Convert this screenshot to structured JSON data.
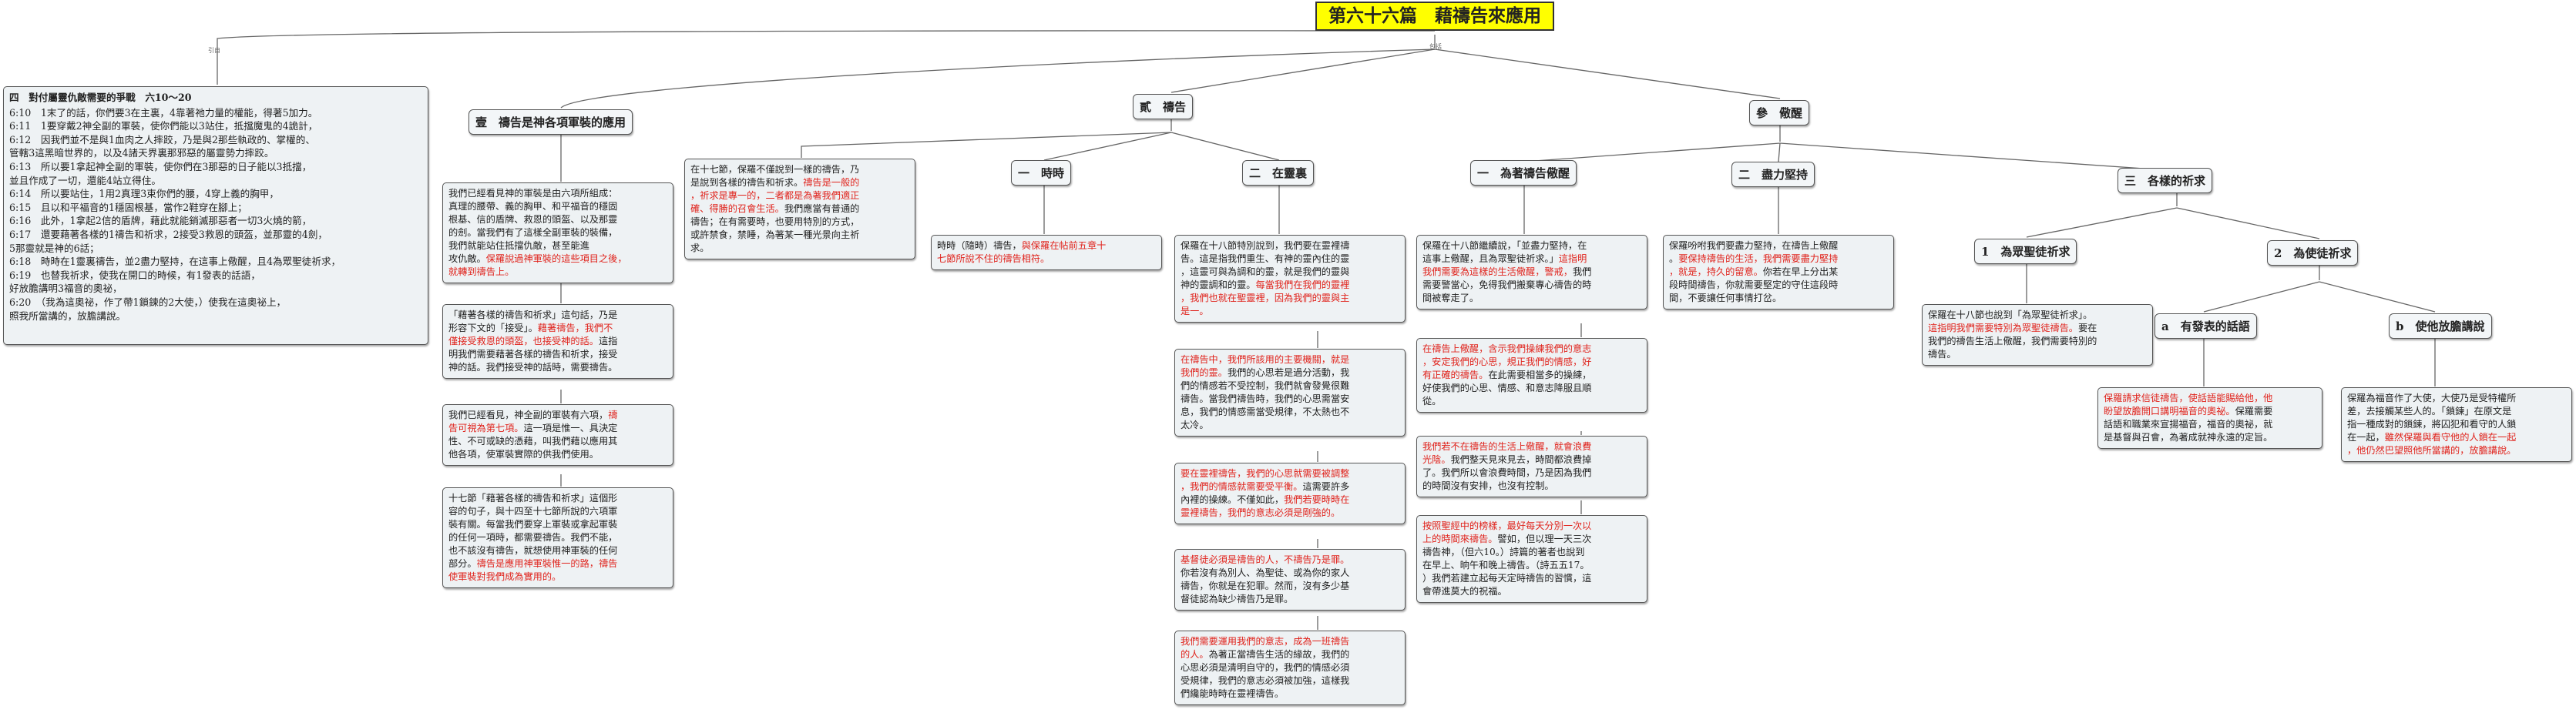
{
  "title": "第六十六篇　藉禱告來應用",
  "edge_labels": {
    "left": "引自",
    "root": "包括"
  },
  "left_box": {
    "heading": "四　對付屬靈仇敵需要的爭戰　六10～20",
    "lines": [
      "6:10　1末了的話，你們要3在主裏，4靠著祂力量的權能，得著5加力。",
      "6:11　1要穿戴2神全副的軍裝，使你們能以3站住，抵擋魔鬼的4詭計，",
      "6:12　因我們並不是與1血肉之人摔跤，乃是與2那些執政的、掌權的、",
      "管轄3這黑暗世界的，以及4諸天界裏那邪惡的屬靈勢力摔跤。",
      "6:13　所以要1拿起神全副的軍裝，使你們在3那惡的日子能以3抵擋，",
      "並且作成了一切，還能4站立得住。",
      "6:14　所以要站住，1用2真理3束你們的腰，4穿上義的胸甲，",
      "6:15　且以和平福音的1穩固根基，當作2鞋穿在腳上；",
      "6:16　此外，1拿起2信的盾牌，藉此就能銷滅那惡者一切3火燒的箭，",
      "6:17　還要藉著各樣的1禱告和祈求，2接受3救恩的頭盔，並那靈的4劍，",
      "5那靈就是神的6話；",
      "6:18　時時在1靈裏禱告，並2盡力堅持，在這事上儆醒，且4為眾聖徒祈求，",
      "6:19　也替我祈求，使我在開口的時候，有1發表的話語，",
      "好放膽講明3福音的奧祕，",
      "6:20　（我為這奧祕，作了帶1鎖鍊的2大使，）使我在這奧祕上，",
      "照我所當講的，放膽講說。"
    ]
  },
  "branches": {
    "b1": "壹　禱告是神各項軍裝的應用",
    "b2": "貳　禱告",
    "b3": "參　儆醒"
  },
  "sub": {
    "s2a": "一　時時",
    "s2b": "二　在靈裏",
    "s3a": "一　為著禱告儆醒",
    "s3b": "二　盡力堅持",
    "s3c": "三　各樣的祈求",
    "s3c1": "1　為眾聖徒祈求",
    "s3c2": "2　為使徒祈求",
    "s3c2a": "a　有發表的話語",
    "s3c2b": "b　使他放膽講說"
  },
  "cards": {
    "b1_1": [
      "我們已經看見神的軍裝是由六項所組成：",
      "真理的腰帶、義的胸甲、和平福音的穩固",
      "根基、信的盾牌、救恩的頭盔、以及那靈",
      "的劍。當我們有了這樣全副軍裝的裝備，",
      "我們就能站住抵擋仇敵，甚至能進",
      "攻仇敵。",
      "保羅說過神軍裝的這些項目之後，",
      "就轉到禱告上。"
    ],
    "b1_2": [
      "「藉著各樣的禱告和祈求」這句話，乃是",
      "形容下文的「接受」。",
      "藉著禱告，我們不",
      "僅接受救恩的頭盔，也接受神的話。",
      "這指",
      "明我們需要藉著各樣的禱告和祈求，接受",
      "神的話。我們接受神的話時，需要禱告。"
    ],
    "b1_3": [
      "我們已經看見，神全副的軍裝有六項，",
      "禱",
      "告可視為第七項。",
      "這一項是惟一、具決定",
      "性、不可或缺的憑藉，叫我們藉以應用其",
      "他各項，使軍裝實際的供我們使用。"
    ],
    "b1_4": [
      "十七節「藉著各樣的禱告和祈求」這個形",
      "容的句子，與十四至十七節所說的六項軍",
      "裝有關。每當我們要穿上軍裝或拿起軍裝",
      "的任何一項時，都需要禱告。我們不能，",
      "也不該沒有禱告，就想使用神軍裝的任何",
      "部分。",
      "禱告是應用神軍裝惟一的路，禱告",
      "使軍裝對我們成為實用的。"
    ],
    "b2_1": [
      "在十七節，保羅不僅說到一樣的禱告，乃",
      "是說到各樣的禱告和祈求。",
      "禱告是一般的",
      "，祈求是專一的，二者都是為著我們適正",
      "確、得勝的召會生活。",
      "我們應當有普通的",
      "禱告；在有需要時，也要用特別的方式，",
      "或許禁食，禁睡，為著某一種光景向主祈",
      "求。"
    ],
    "b2a_1": [
      "時時（隨時）禱告，",
      "與保羅在帖前五章十",
      "七節所說不住的禱告相符。"
    ],
    "b2b_1": [
      "保羅在十八節特別說到，我們要在靈裡禱",
      "告。這是指我們重生、有神的靈內住的靈",
      "，這靈可與為調和的靈，就是我們的靈與",
      "神的靈調和的靈。",
      "每當我們在我們的靈裡",
      "，我們也就在聖靈裡，因為我們的靈與主",
      "是一。"
    ],
    "b2b_2": [
      "在禱告中，我們所該用的主要機關，就是",
      "我們的靈。",
      "我們的心思若是過分活動，我",
      "們的情感若不受控制，我們就會發覺很難",
      "禱告。當我們禱告時，我們的心思需當安",
      "息，我們的情感需當受規律，不太熱也不",
      "太冷。"
    ],
    "b2b_3": [
      "要在靈裡禱告，我們的心思就需要被調整",
      "，我們的情感就需要受平衡。",
      "這需要許多",
      "內裡的操練。不僅如此，",
      "我們若要時時在",
      "靈裡禱告，我們的意志必須是剛強的。"
    ],
    "b2b_4": [
      "基督徒必須是禱告的人，不禱告乃是罪。",
      "你若沒有為別人、為聖徒、或為你的家人",
      "禱告，你就是在犯罪。然而，沒有多少基",
      "督徒認為缺少禱告乃是罪。"
    ],
    "b2b_5": [
      "我們需要運用我們的意志，成為一班禱告",
      "的人。",
      "為著正當禱告生活的緣故，我們的",
      "心思必須是清明自守的，我們的情感必須",
      "受規律，我們的意志必須被加強，這樣我",
      "們纔能時時在靈裡禱告。"
    ],
    "b3a_1": [
      "保羅在十八節繼續說，「並盡力堅持，在",
      "這事上儆醒，且為眾聖徒祈求。」",
      "這指明",
      "我們需要為這樣的生活儆醒，警戒，",
      "我們",
      "需要警當心，免得我們搬棄專心禱告的時",
      "間被奪走了。"
    ],
    "b3a_2": [
      "在禱告上儆醒，含示我們操練我們的意志",
      "，安定我們的心思，規正我們的情感，好",
      "有正確的禱告。",
      "在此需要相當多的操練，",
      "好使我們的心思、情感、和意志降服且順",
      "從。"
    ],
    "b3a_3": [
      "我們若不在禱告的生活上儆醒，就會浪費",
      "光陰。",
      "我們整天見來見去，時間都浪費掉",
      "了。我們所以會浪費時間，乃是因為我們",
      "的時間沒有安排，也沒有控制。"
    ],
    "b3a_4": [
      "按照聖經中的榜樣，最好每天分別一次以",
      "上的時間來禱告。",
      "譬如，但以理一天三次",
      "禱告神，（但六10。）詩篇的著者也說到",
      "在早上、晌午和晚上禱告。（詩五五17。",
      "）我們若建立起每天定時禱告的習慣，這",
      "會帶進莫大的祝福。"
    ],
    "b3b_1": [
      "保羅吩咐我們要盡力堅持，在禱告上儆醒",
      "。",
      "要保持禱告的生活，我們需要盡力堅持",
      "，就是，持久的留意。",
      "你若在早上分出某",
      "段時間禱告，你就需要堅定的守住這段時",
      "間，不要讓任何事情打岔。"
    ],
    "b3c1_1": [
      "保羅在十八節也說到「為眾聖徒祈求」。",
      "這指明我們需要特別為眾聖徒禱告。",
      "要在",
      "我們的禱告生活上儆醒，我們需要特別的",
      "禱告。"
    ],
    "b3c2a_1": [
      "保羅請求信徒禱告，使話語能賜給他，他",
      "盼望放膽開口講明福音的奧祕。",
      "保羅需要",
      "話語和職業來宣揚福音，福音的奧祕，就",
      "是基督與召會，為著成就神永遠的定旨。"
    ],
    "b3c2b_1": [
      "保羅為福音作了大使，大使乃是受特權所",
      "差，去接觸某些人的。「鎖鍊」在原文是",
      "指一種成對的鎖鍊，將囚犯和看守的人鎖",
      "在一起，",
      "雖然保羅與看守他的人鎖在一起",
      "，他仍然巴望照他所當講的，放膽講說。"
    ]
  },
  "colors": {
    "title_bg": "#ffff00",
    "card_bg": "#eef2f4",
    "highlight": "#e0231c",
    "line": "#666666"
  }
}
